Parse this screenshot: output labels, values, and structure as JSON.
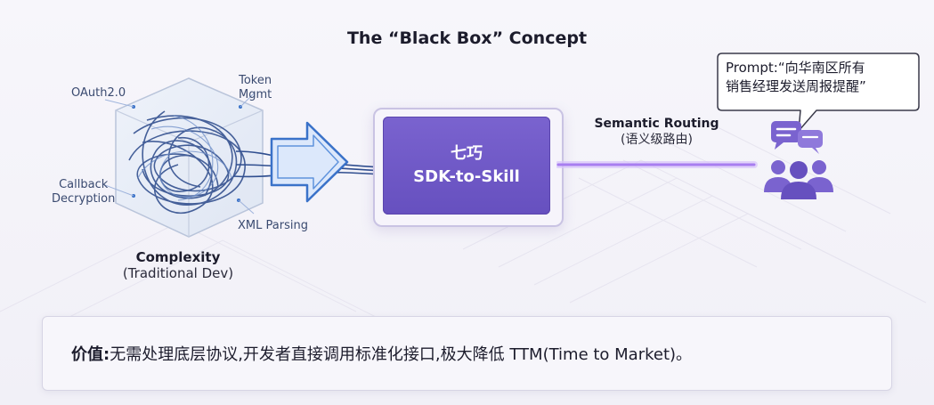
{
  "title": "The “Black Box” Concept",
  "complexity": {
    "labels": {
      "oauth": "OAuth2.0",
      "token_line1": "Token",
      "token_line2": "Mgmt",
      "callback_line1": "Callback",
      "callback_line2": "Decryption",
      "xml": "XML Parsing"
    },
    "caption": "Complexity",
    "subcaption": "(Traditional Dev)"
  },
  "sdk_box": {
    "line1": "七巧",
    "line2": "SDK-to-Skill"
  },
  "routing": {
    "label": "Semantic Routing",
    "sublabel": "(语义级路由)"
  },
  "prompt_bubble": {
    "line1": "Prompt:“向华南区所有",
    "line2": "销售经理发送周报提醒”"
  },
  "value_statement": {
    "prefix": "价值:",
    "text": "无需处理底层协议,开发者直接调用标准化接口,极大降低 TTM(Time to Market)。"
  },
  "icons": [
    "tangled-cube-icon",
    "arrow-icon",
    "users-chat-icon"
  ],
  "colors": {
    "accent": "#6a55c5",
    "routing_line": "#b38cf2",
    "arrow": "#3a72c9",
    "text": "#1c1c2c"
  }
}
